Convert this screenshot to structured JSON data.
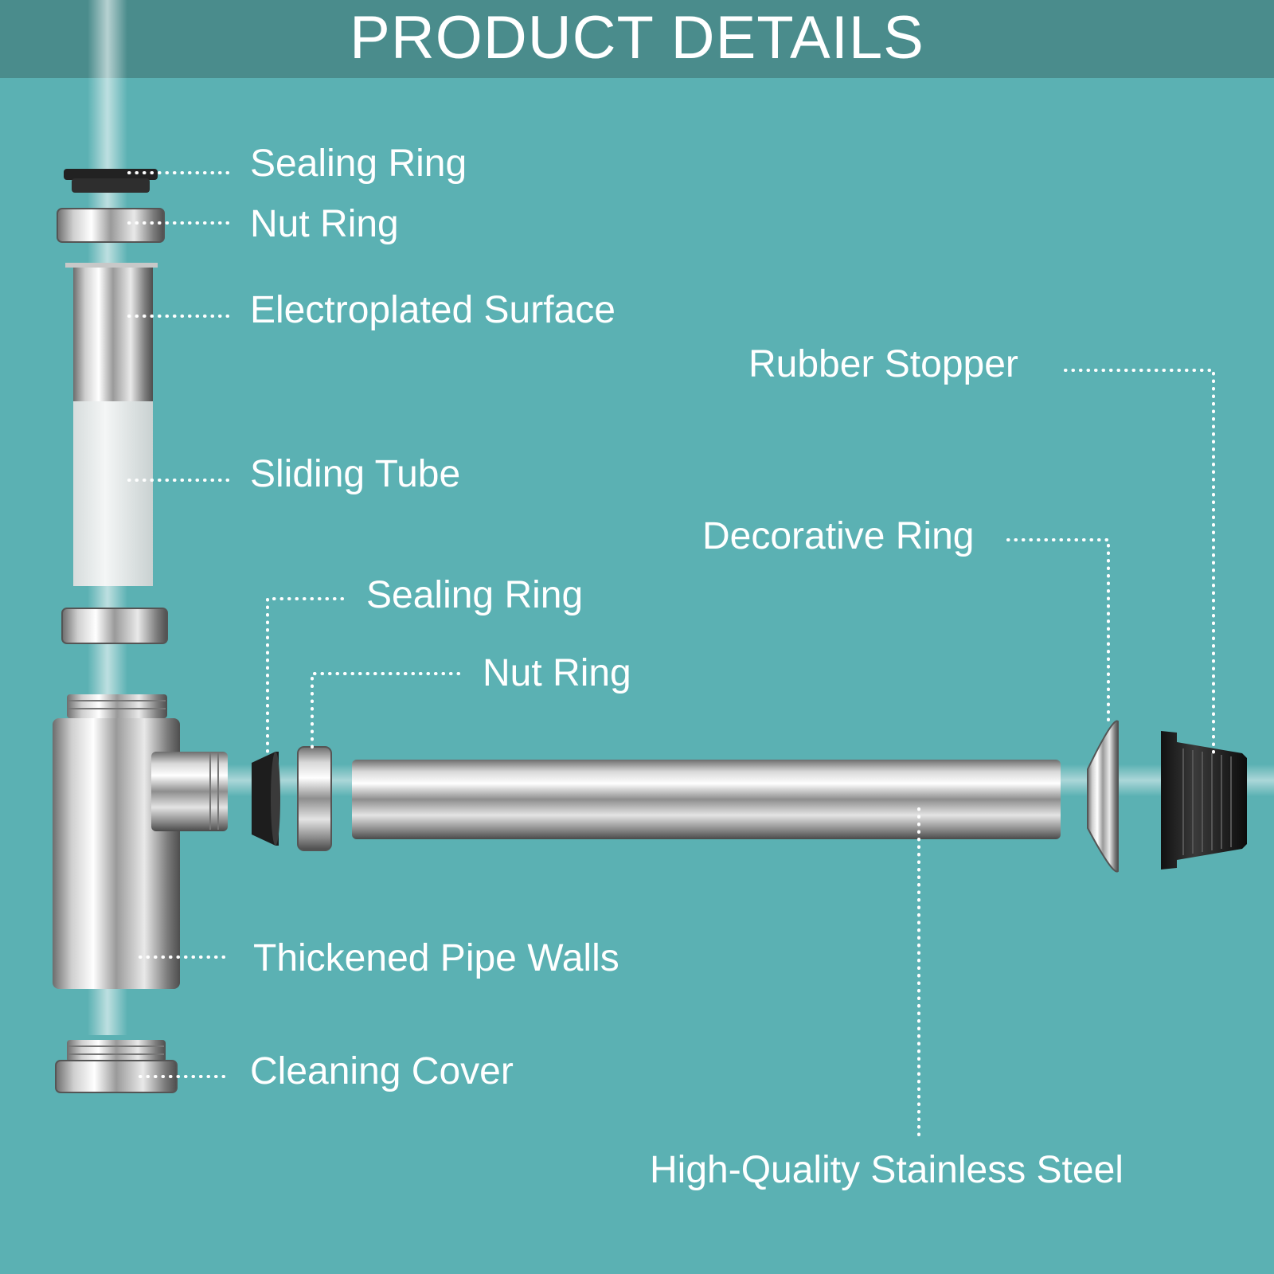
{
  "header": {
    "title": "PRODUCT DETAILS"
  },
  "labels": {
    "sealing_ring_top": "Sealing Ring",
    "nut_ring_top": "Nut Ring",
    "electroplated_surface": "Electroplated Surface",
    "rubber_stopper": "Rubber Stopper",
    "sliding_tube": "Sliding Tube",
    "decorative_ring": "Decorative Ring",
    "sealing_ring_mid": "Sealing Ring",
    "nut_ring_mid": "Nut Ring",
    "thickened_pipe_walls": "Thickened Pipe Walls",
    "cleaning_cover": "Cleaning Cover",
    "stainless_steel": "High-Quality Stainless Steel"
  },
  "colors": {
    "background": "#5bb1b3",
    "header": "#4a8c8c",
    "text": "#ffffff",
    "rubber": "#1c1c1c"
  }
}
